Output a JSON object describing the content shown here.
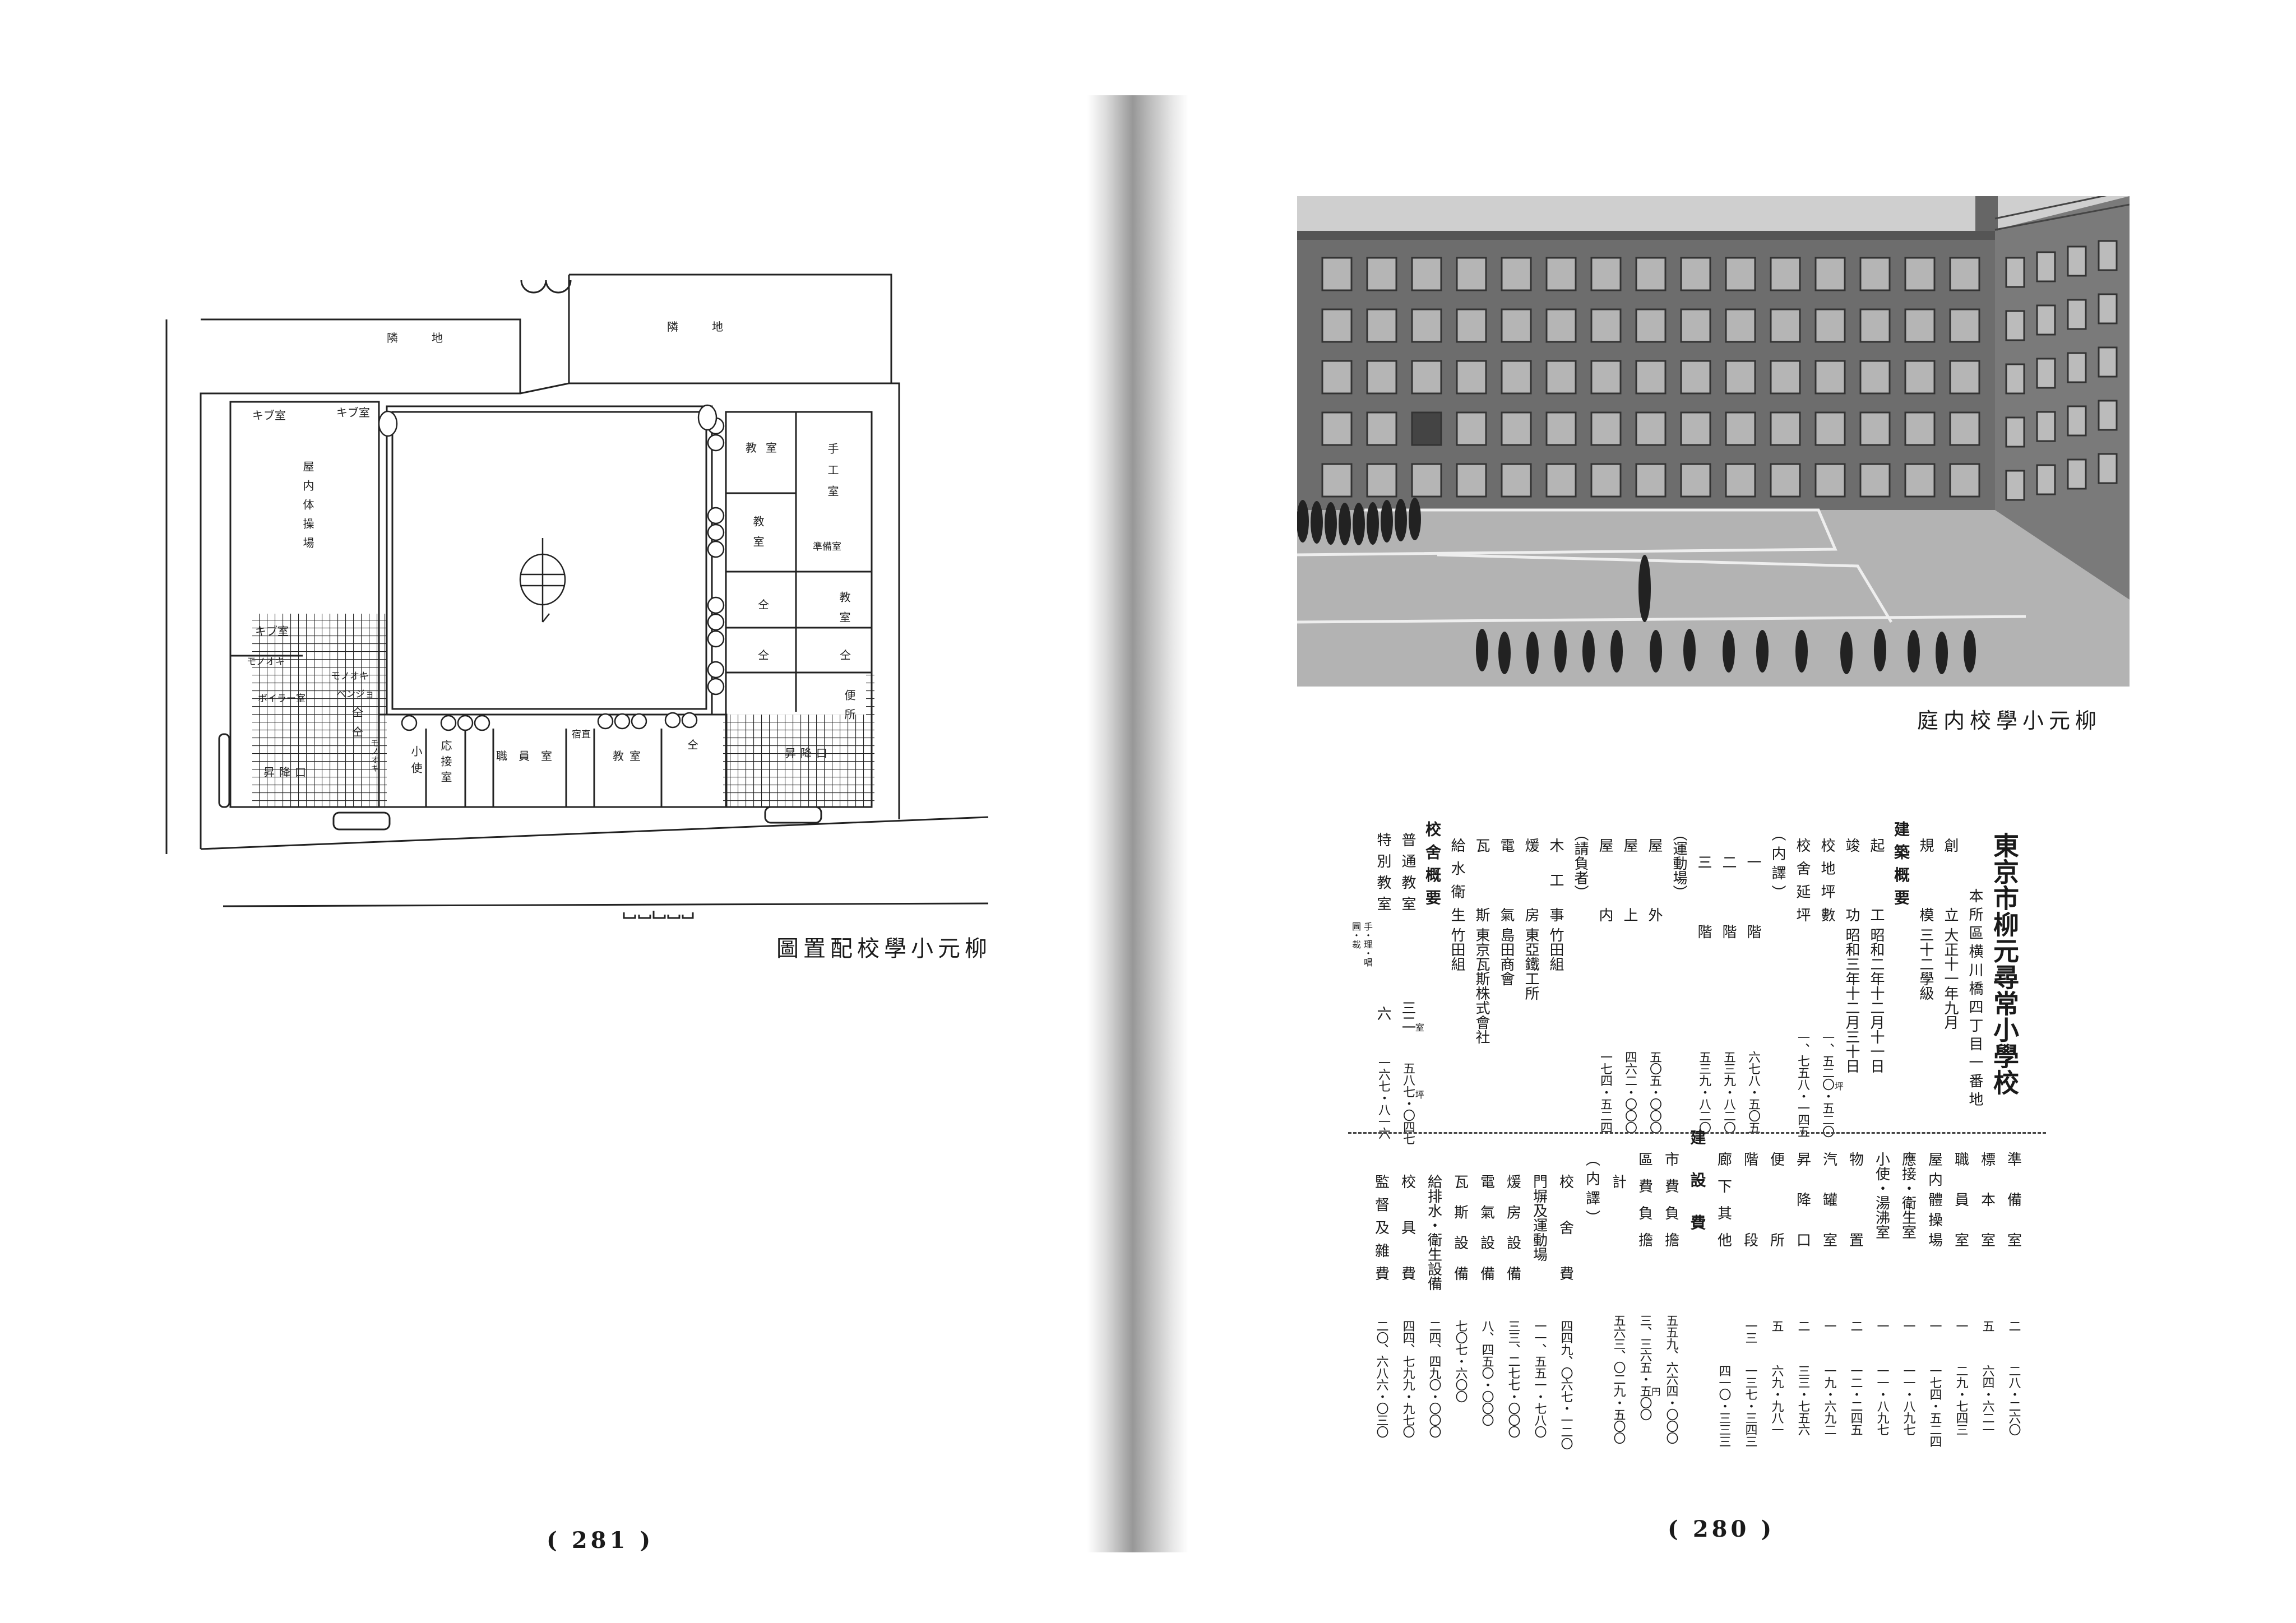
{
  "left_page": {
    "plan_labels": [
      "隣地",
      "隣地",
      "キブ室",
      "キブ室",
      "屋内体操場",
      "キブ室",
      "モノオキ",
      "モノオキ",
      "ボイラー室",
      "ベンジョ",
      "仝",
      "仝",
      "モノオキ",
      "昇降口",
      "小使",
      "応接室",
      "職員室",
      "宿直",
      "教室",
      "仝",
      "教室",
      "手工室",
      "教室",
      "準備室",
      "仝",
      "教室",
      "仝",
      "仝",
      "便所",
      "昇降口"
    ],
    "caption": "圖置配校學小元柳",
    "page_number": "( 281 )"
  },
  "right_page": {
    "photo_caption": "庭内校學小元柳",
    "page_number": "( 280 )",
    "school": {
      "title": "東京市柳元尋常小學校",
      "address": "本所區横川橋四丁目一番地"
    },
    "overview": [
      {
        "label": "創立",
        "value": "大正十一年九月"
      },
      {
        "label": "規模",
        "value": "三十二學級"
      }
    ],
    "construction": {
      "heading": "建築概要",
      "dates": [
        {
          "label": "起工",
          "value": "昭和二年十二月十一日"
        },
        {
          "label": "竣功",
          "value": "昭和三年十二月三十日"
        }
      ],
      "areas": [
        {
          "label": "校地坪數",
          "value": "一、五二〇・五二〇",
          "unit": "坪"
        },
        {
          "label": "校舍延坪",
          "value": "一、七五八・一四五"
        }
      ],
      "floors": {
        "heading": "（内譯）",
        "items": [
          {
            "label": "一　階",
            "value": "六七八・五〇五"
          },
          {
            "label": "二　階",
            "value": "五三九・八二〇"
          },
          {
            "label": "三　階",
            "value": "五三九・八二〇"
          }
        ]
      },
      "playground": {
        "heading": "（運動場）",
        "items": [
          {
            "label": "屋外",
            "value": "五〇五・〇〇〇"
          },
          {
            "label": "屋上",
            "value": "四六二・〇〇〇"
          },
          {
            "label": "屋内",
            "value": "一七四・五二四"
          }
        ]
      },
      "contractors": {
        "heading": "（請負者）",
        "items": [
          {
            "label": "木工事",
            "value": "竹田組"
          },
          {
            "label": "煖房",
            "value": "東亞鐵工所"
          },
          {
            "label": "電氣",
            "value": "島田商會"
          },
          {
            "label": "瓦斯",
            "value": "東京瓦斯株式會社"
          },
          {
            "label": "給水衛生",
            "value": "竹田組"
          }
        ]
      }
    },
    "school_building": {
      "heading": "校舍概要",
      "main_rooms": [
        {
          "label": "普通教室",
          "count": "三二",
          "count_unit": "室",
          "area": "五八七・〇四七",
          "area_unit": "坪"
        },
        {
          "label": "特別教室",
          "sub_1": "手・理・唱",
          "sub_2": "圖・裁",
          "count": "六",
          "area": "一六七・八一六"
        }
      ],
      "rooms": [
        {
          "label": "準備室",
          "count": "二",
          "area": "二八・二六〇"
        },
        {
          "label": "標本室",
          "count": "五",
          "area": "六四・六二一"
        },
        {
          "label": "職員室",
          "count": "一",
          "area": "二九・七四三"
        },
        {
          "label": "屋内體操場",
          "count": "一",
          "area": "一七四・五二四"
        },
        {
          "label": "應接・衛生室",
          "count": "一",
          "area": "一一・八九七"
        },
        {
          "label": "小使・湯沸室",
          "count": "一",
          "area": "一一・八九七"
        },
        {
          "label": "物置",
          "count": "二",
          "area": "一二・二四五"
        },
        {
          "label": "汽罐室",
          "count": "一",
          "area": "一九・六九二"
        },
        {
          "label": "昇降口",
          "count": "二",
          "area": "三三・七五六"
        },
        {
          "label": "便所",
          "count": "五",
          "area": "六九・九八一"
        },
        {
          "label": "階段",
          "count": "一三",
          "area": "一三七・三四三"
        },
        {
          "label": "廊下其他",
          "count": "",
          "area": "四一〇・三三三"
        }
      ]
    },
    "construction_cost": {
      "heading": "建設費",
      "currency": "円",
      "sources": [
        {
          "label": "市費負擔",
          "value": "五五九、六六四・〇〇〇"
        },
        {
          "label": "區費負擔",
          "value": "三、三六五・五〇〇"
        }
      ],
      "total": {
        "label": "計",
        "value": "五六三、〇二九・五〇〇"
      },
      "breakdown_heading": "（内譯）",
      "breakdown": [
        {
          "label": "校舍費",
          "value": "四四九、〇六七・一二〇"
        },
        {
          "label": "門塀及運動場",
          "value": "一一、五五一・七八〇"
        },
        {
          "label": "煖房設備",
          "value": "三三、二七七・〇〇〇"
        },
        {
          "label": "電氣設備",
          "value": "八、四五〇・〇〇〇"
        },
        {
          "label": "瓦斯設備",
          "value": "七〇七・六〇〇"
        },
        {
          "label": "給排水・衛生設備",
          "value": "二四、四九〇・〇〇〇"
        },
        {
          "label": "校具費",
          "value": "四四、七九九・九七〇"
        },
        {
          "label": "監督及雜費",
          "value": "二〇、六八六・〇三〇"
        }
      ]
    }
  }
}
